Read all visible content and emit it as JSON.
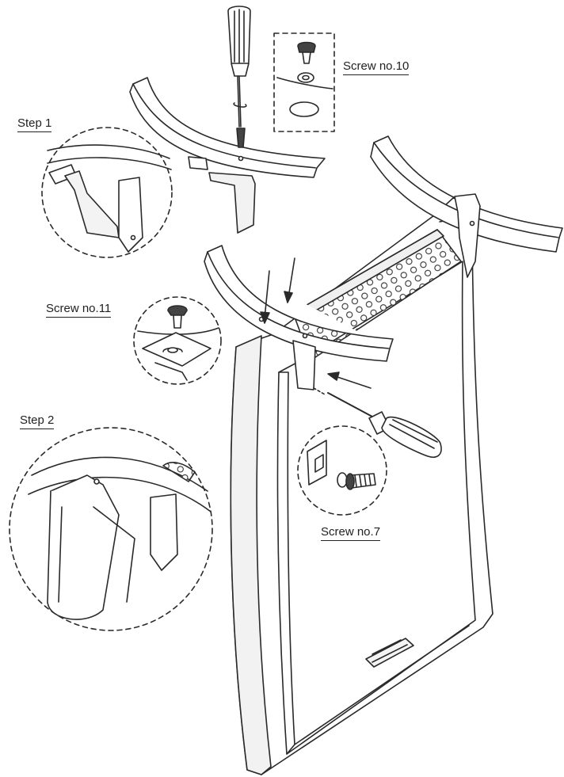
{
  "labels": {
    "step1": "Step 1",
    "step2": "Step 2",
    "screw10": "Screw no.10",
    "screw11": "Screw no.11",
    "screw7": "Screw no.7"
  },
  "colors": {
    "line": "#2a2a2a",
    "fill": "#ffffff",
    "shade": "#e9e9e9"
  }
}
